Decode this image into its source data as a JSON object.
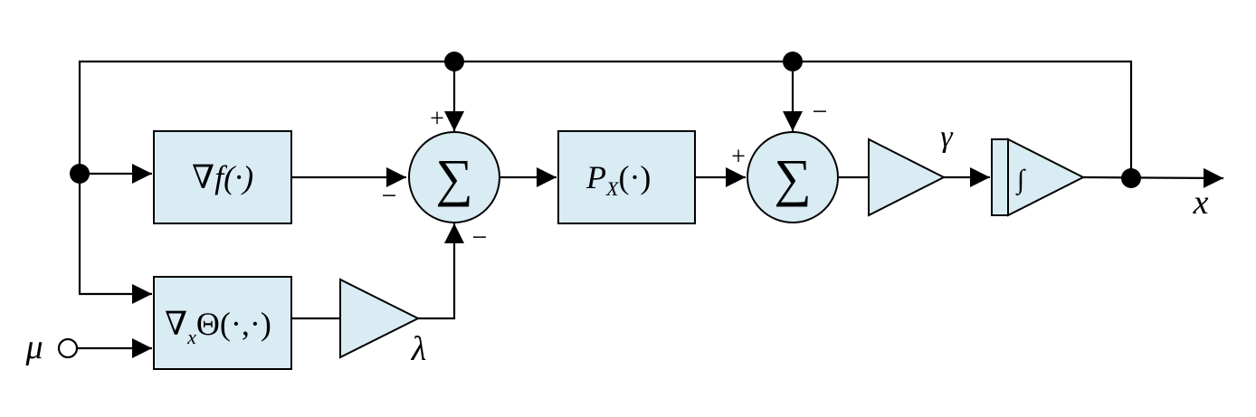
{
  "diagram": {
    "blocks": {
      "grad_f": {
        "label": "∇f(·)"
      },
      "grad_theta": {
        "nabla": "∇",
        "sub": "x",
        "rest": "Θ(·,·)"
      },
      "projection": {
        "main": "P",
        "sub": "X",
        "rest": "(·)"
      },
      "integrator": {
        "label": "∫"
      }
    },
    "summers": {
      "sum1": {
        "symbol": "∑",
        "signs": {
          "top": "+",
          "left": "−",
          "bottom": "−"
        }
      },
      "sum2": {
        "symbol": "∑",
        "signs": {
          "left": "+",
          "top": "−"
        }
      }
    },
    "gains": {
      "lambda": {
        "label": "λ"
      },
      "gamma": {
        "label": "γ"
      }
    },
    "signals": {
      "input": {
        "label": "μ"
      },
      "output": {
        "label": "x"
      }
    },
    "colors": {
      "block_fill": "#d9ebf3",
      "stroke": "#000000",
      "background": "#ffffff"
    }
  }
}
